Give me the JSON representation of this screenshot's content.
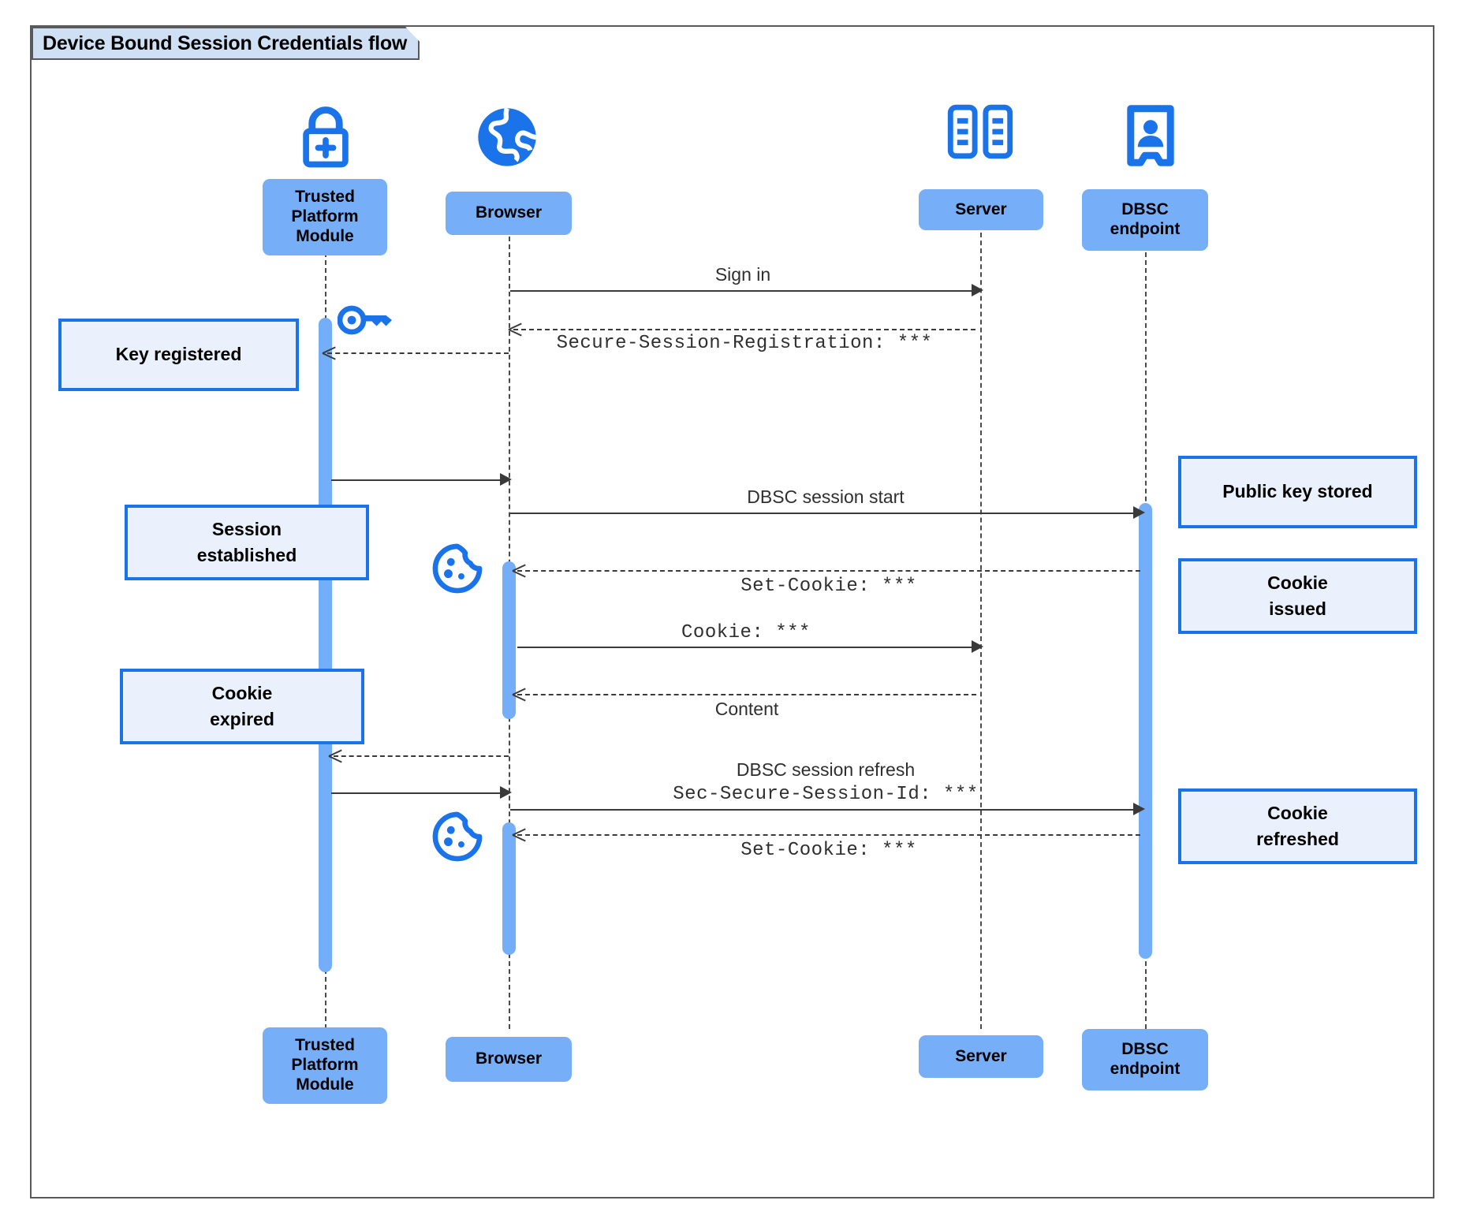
{
  "diagram": {
    "title": "Device Bound Session Credentials flow",
    "accent_blue": "#1a73e8",
    "participant_fill": "#76aef8",
    "note_fill": "#eaf1fd",
    "frame_border": "#5a5a5a"
  },
  "participants": [
    {
      "id": "tpm",
      "label": "Trusted\nPlatform\nModule",
      "line1": "Trusted",
      "line2": "Platform",
      "line3": "Module",
      "icon": "lock-plus-icon"
    },
    {
      "id": "browser",
      "label": "Browser",
      "line1": "Browser",
      "icon": "globe-icon"
    },
    {
      "id": "server",
      "label": "Server",
      "line1": "Server",
      "icon": "server-rack-icon"
    },
    {
      "id": "dbsc",
      "label": "DBSC\nendpoint",
      "line1": "DBSC",
      "line2": "endpoint",
      "icon": "id-badge-icon"
    }
  ],
  "participants_footer": [
    {
      "id": "tpm",
      "line1": "Trusted",
      "line2": "Platform",
      "line3": "Module"
    },
    {
      "id": "browser",
      "line1": "Browser"
    },
    {
      "id": "server",
      "line1": "Server"
    },
    {
      "id": "dbsc",
      "line1": "DBSC",
      "line2": "endpoint"
    }
  ],
  "messages": [
    {
      "id": "m1",
      "text": "Sign in",
      "style": "sans",
      "from": "browser",
      "to": "server",
      "kind": "solid"
    },
    {
      "id": "m2",
      "text": "Secure-Session-Registration: ***",
      "style": "mono",
      "from": "server",
      "to": "browser",
      "kind": "dashed"
    },
    {
      "id": "m3",
      "text": "",
      "style": "sans",
      "from": "tpm",
      "to": "browser",
      "kind": "solid"
    },
    {
      "id": "m4",
      "text": "DBSC session start",
      "style": "sans",
      "from": "browser",
      "to": "dbsc",
      "kind": "solid"
    },
    {
      "id": "m5",
      "text": "Set-Cookie: ***",
      "style": "mono",
      "from": "dbsc",
      "to": "browser",
      "kind": "dashed"
    },
    {
      "id": "m6",
      "text": "Cookie: ***",
      "style": "mono",
      "from": "browser",
      "to": "server",
      "kind": "solid"
    },
    {
      "id": "m7",
      "text": "Content",
      "style": "sans",
      "from": "server",
      "to": "browser",
      "kind": "dashed"
    },
    {
      "id": "m8",
      "text": "",
      "style": "sans",
      "from": "browser",
      "to": "tpm",
      "kind": "dashed"
    },
    {
      "id": "m9",
      "text": "DBSC session refresh",
      "style": "sans",
      "from": "tpm",
      "to": "dbsc",
      "kind": "solid"
    },
    {
      "id": "m10",
      "text": "Sec-Secure-Session-Id: ***",
      "style": "mono",
      "from": "browser",
      "to": "dbsc",
      "kind": "solid"
    },
    {
      "id": "m11",
      "text": "Set-Cookie: ***",
      "style": "mono",
      "from": "dbsc",
      "to": "browser",
      "kind": "dashed"
    }
  ],
  "notes": [
    {
      "id": "n1",
      "side": "left",
      "line1": "Key registered",
      "line2": ""
    },
    {
      "id": "n2",
      "side": "left",
      "line1": "Session",
      "line2": "established"
    },
    {
      "id": "n3",
      "side": "left",
      "line1": "Cookie",
      "line2": "expired"
    },
    {
      "id": "n4",
      "side": "right",
      "line1": "Public key stored",
      "line2": ""
    },
    {
      "id": "n5",
      "side": "right",
      "line1": "Cookie",
      "line2": "issued"
    },
    {
      "id": "n6",
      "side": "right",
      "line1": "Cookie",
      "line2": "refreshed"
    }
  ],
  "decor_icons": [
    {
      "id": "key",
      "name": "key-icon"
    },
    {
      "id": "cookie1",
      "name": "cookie-icon"
    },
    {
      "id": "cookie2",
      "name": "cookie-icon"
    }
  ]
}
